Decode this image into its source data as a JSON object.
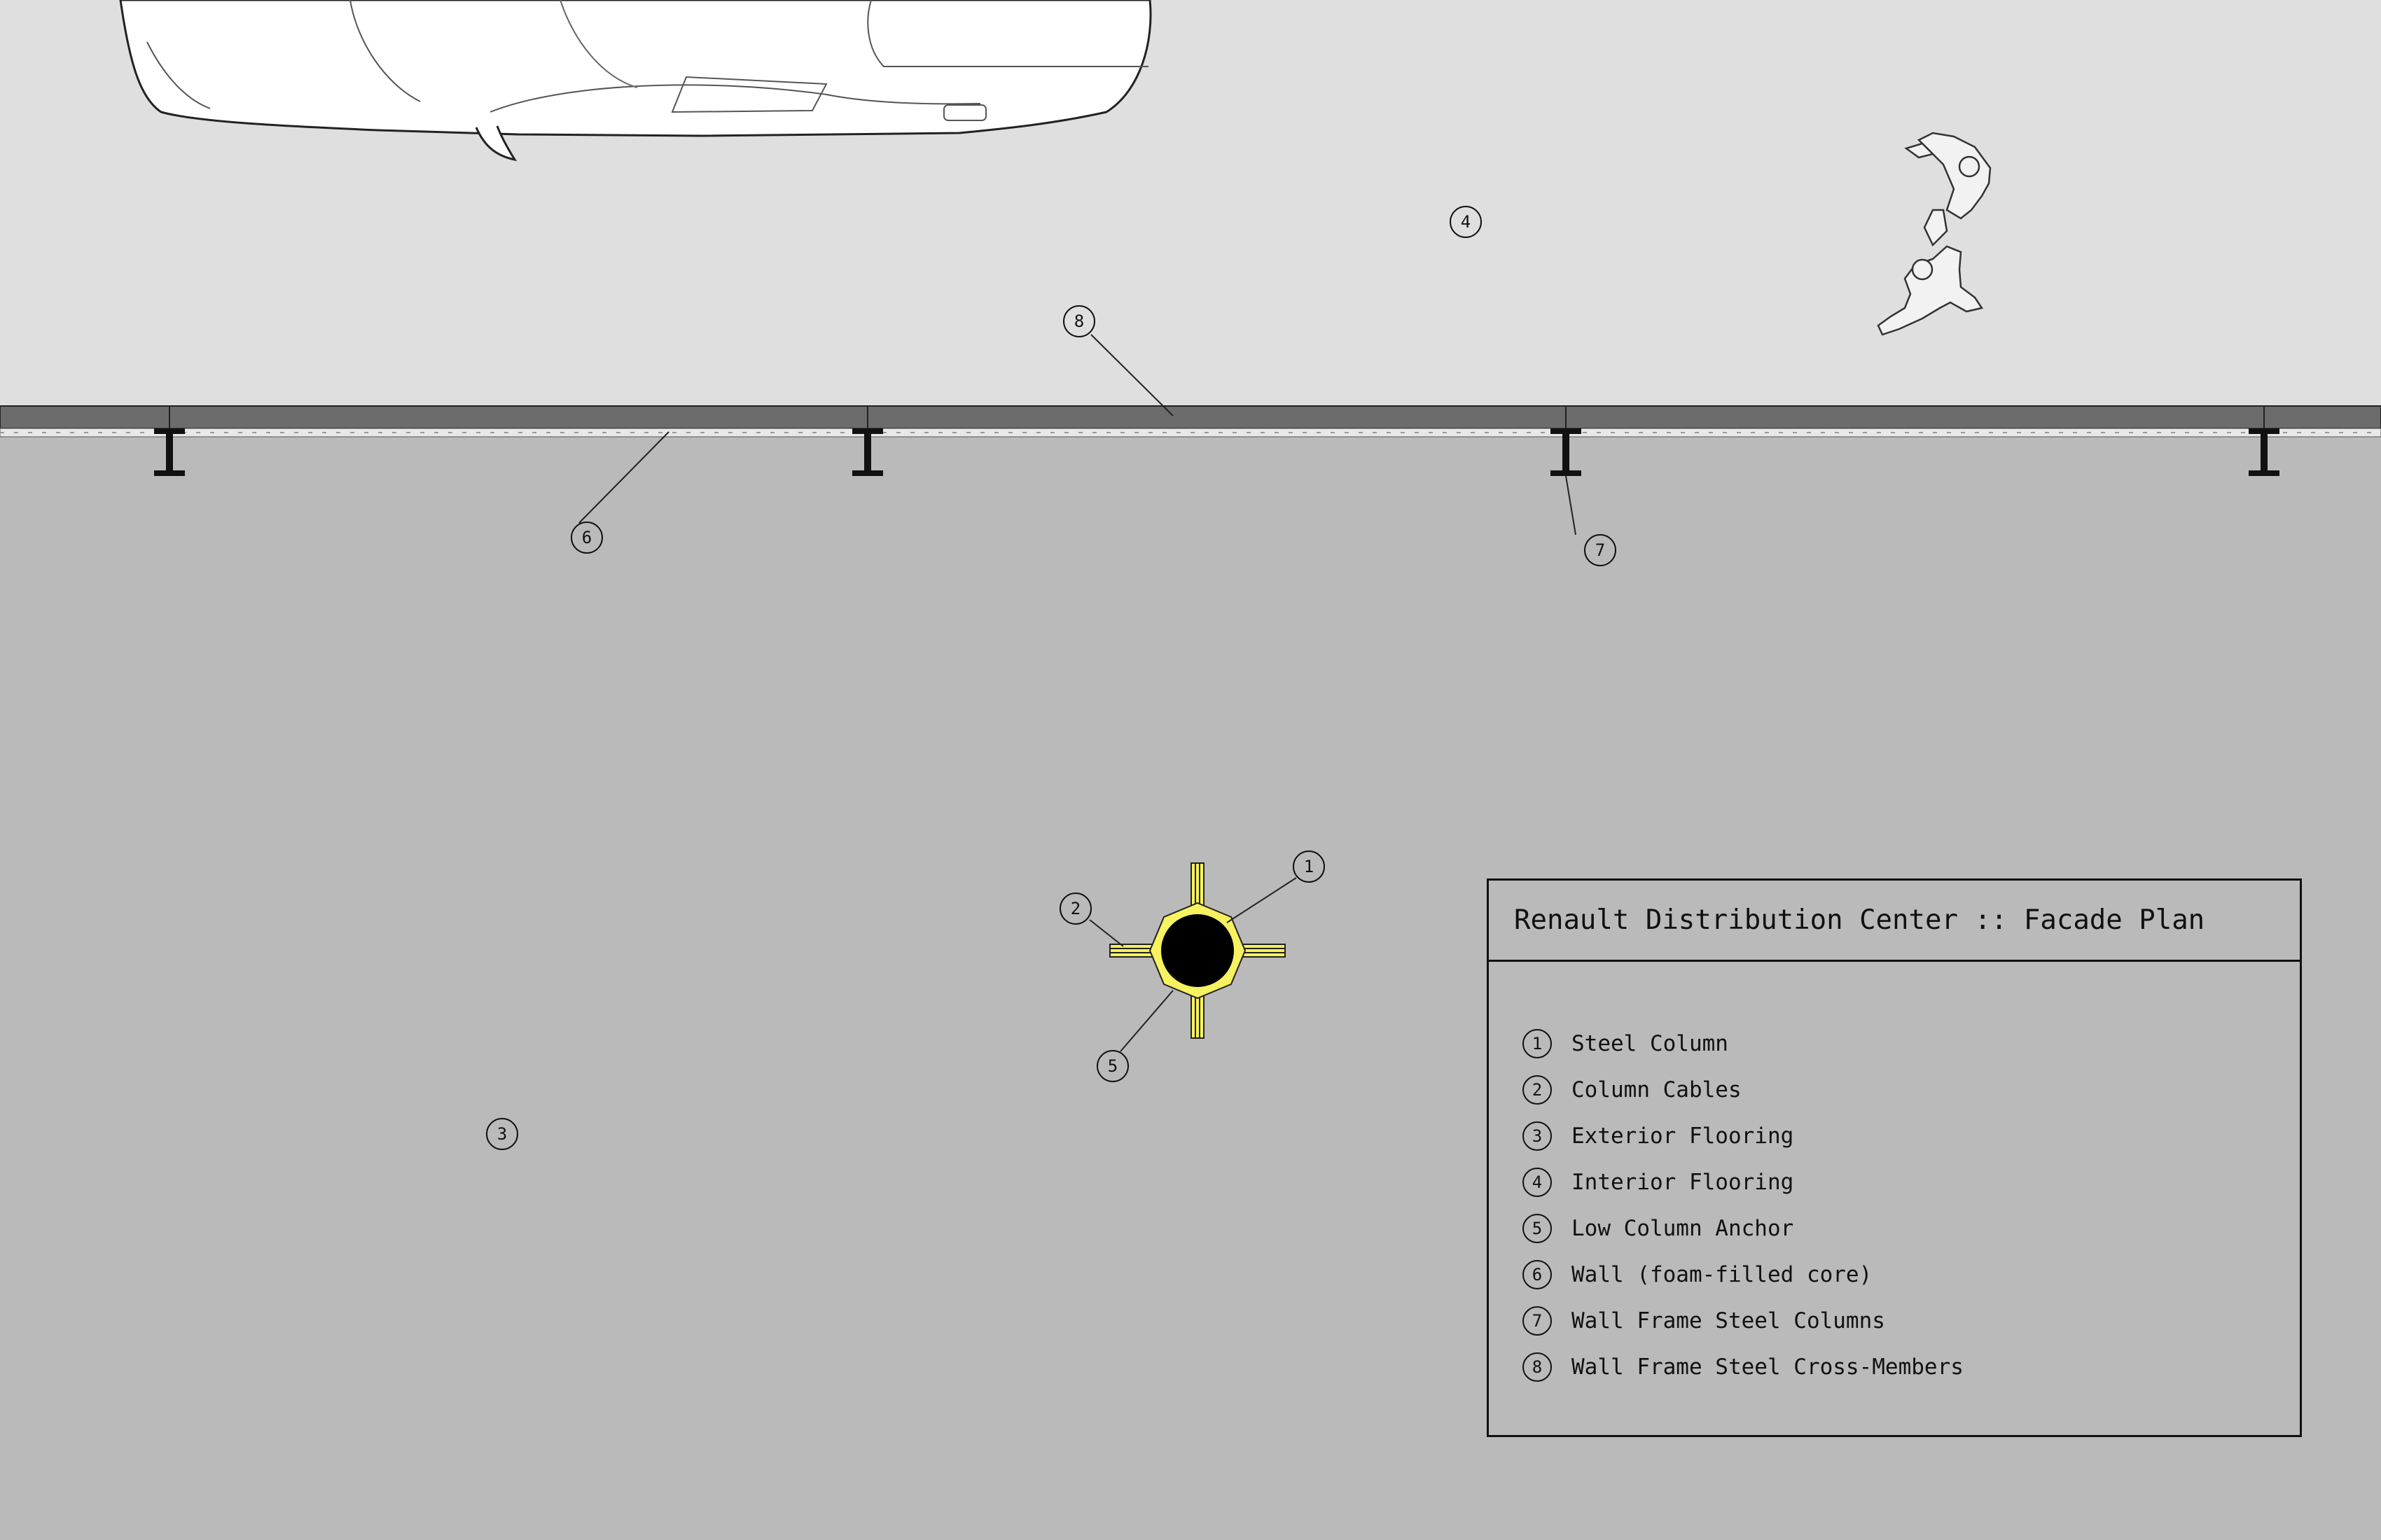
{
  "colors": {
    "exterior_floor": "#dfdfdf",
    "interior_floor": "#bababa",
    "wall_band": "#6c6c6c",
    "column_highlight": "#f7f25f",
    "ink": "#111111"
  },
  "callouts": [
    {
      "num": "1"
    },
    {
      "num": "2"
    },
    {
      "num": "3"
    },
    {
      "num": "4"
    },
    {
      "num": "5"
    },
    {
      "num": "6"
    },
    {
      "num": "7"
    },
    {
      "num": "8"
    }
  ],
  "legend": {
    "title": "Renault Distribution Center :: Facade Plan",
    "items": [
      {
        "num": "1",
        "label": "Steel Column"
      },
      {
        "num": "2",
        "label": "Column Cables"
      },
      {
        "num": "3",
        "label": "Exterior Flooring"
      },
      {
        "num": "4",
        "label": "Interior Flooring"
      },
      {
        "num": "5",
        "label": "Low Column Anchor"
      },
      {
        "num": "6",
        "label": "Wall (foam-filled core)"
      },
      {
        "num": "7",
        "label": "Wall Frame Steel Columns"
      },
      {
        "num": "8",
        "label": "Wall Frame Steel Cross-Members"
      }
    ]
  },
  "icons": [
    "car-outline-icon",
    "people-figures-icon",
    "i-beam-icon",
    "steel-column-icon"
  ]
}
